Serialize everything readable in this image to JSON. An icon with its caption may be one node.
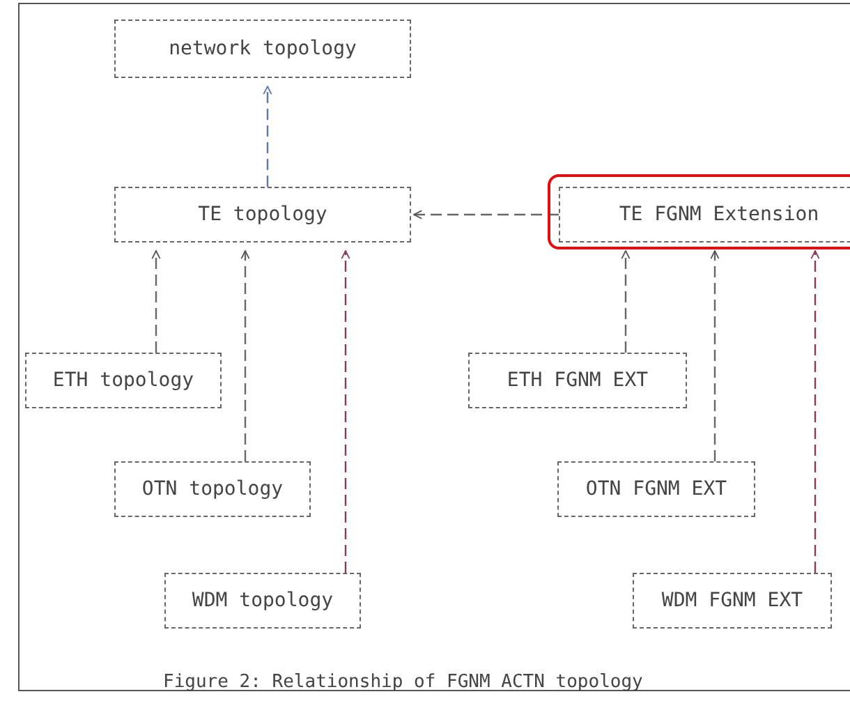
{
  "diagram": {
    "caption": "Figure 2: Relationship of FGNM ACTN topology",
    "nodes": [
      {
        "text": [
          "network topology"
        ]
      },
      {
        "text": [
          "TE topology"
        ]
      },
      {
        "text": [
          "TE FGNM Extension"
        ]
      },
      {
        "text": [
          "ETH topology"
        ]
      },
      {
        "text": [
          "OTN topology"
        ]
      },
      {
        "text": [
          "WDM topology"
        ]
      },
      {
        "text": [
          "ETH FGNM EXT"
        ]
      },
      {
        "text": [
          "OTN FGNM EXT"
        ]
      },
      {
        "text": [
          "WDM FGNM EXT"
        ]
      }
    ],
    "edges": [
      {
        "from": 1,
        "to": 0,
        "arrow": "to",
        "style": "dashed",
        "color": "#5878b0"
      },
      {
        "from": 2,
        "to": 1,
        "arrow": "to",
        "style": "dashed"
      },
      {
        "from": 3,
        "to": 1,
        "arrow": "to",
        "style": "dashed"
      },
      {
        "from": 4,
        "to": 1,
        "arrow": "to",
        "style": "dashed"
      },
      {
        "from": 5,
        "to": 1,
        "arrow": "to",
        "style": "dashed",
        "color": "#8a3a5c"
      },
      {
        "from": 6,
        "to": 2,
        "arrow": "to",
        "style": "dashed"
      },
      {
        "from": 7,
        "to": 2,
        "arrow": "to",
        "style": "dashed"
      },
      {
        "from": 8,
        "to": 2,
        "arrow": "to",
        "style": "dashed",
        "color": "#8a3a5c"
      }
    ]
  }
}
